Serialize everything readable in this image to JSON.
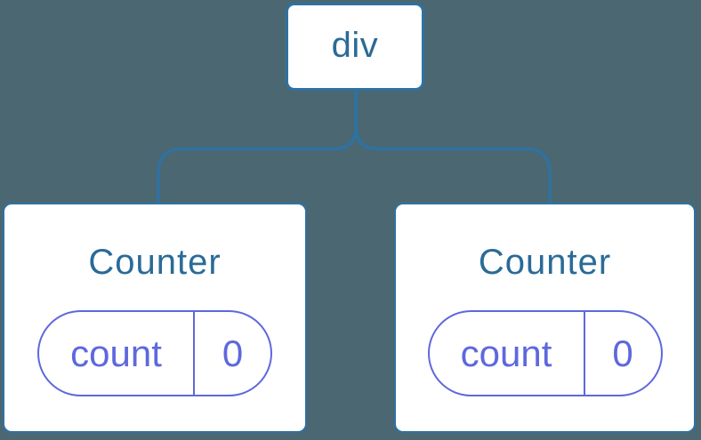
{
  "diagram": {
    "root": {
      "label": "div"
    },
    "children": [
      {
        "title": "Counter",
        "state": {
          "key": "count",
          "value": "0"
        }
      },
      {
        "title": "Counter",
        "state": {
          "key": "count",
          "value": "0"
        }
      }
    ]
  },
  "colors": {
    "background": "#4b6772",
    "edge": "#2e72a2",
    "node_border": "#2e72a2",
    "node_fill": "#ffffff",
    "node_text": "#2a6b97",
    "state_accent": "#5e68dd"
  }
}
